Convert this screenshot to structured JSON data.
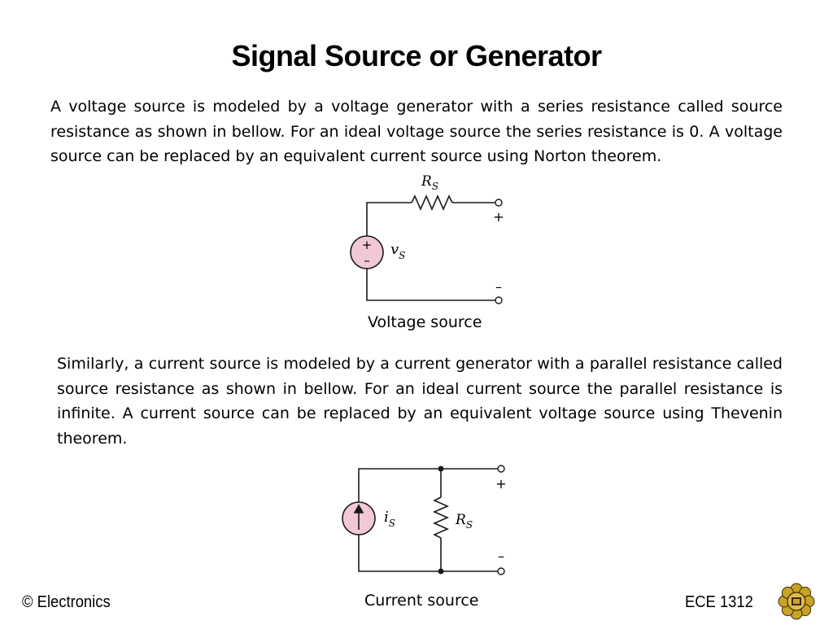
{
  "slide": {
    "title": "Signal Source or Generator",
    "paragraph1": "A voltage source is modeled by a voltage generator with a series resistance called source resistance as shown in bellow. For an ideal voltage source the series resistance is 0. A voltage source can be replaced by an equivalent current source using Norton theorem.",
    "paragraph2": "Similarly, a current source is modeled by a current generator with a parallel resistance called source resistance as shown in bellow. For an ideal current source the parallel resistance is infinite. A current source can be replaced by an equivalent voltage source using Thevenin theorem."
  },
  "voltage_circuit": {
    "resistor_label_main": "R",
    "resistor_label_sub": "S",
    "source_label_main": "v",
    "source_label_sub": "S",
    "plus": "+",
    "minus": "–",
    "source_plus": "+",
    "source_minus": "–",
    "caption": "Voltage source"
  },
  "current_circuit": {
    "source_label_main": "i",
    "source_label_sub": "S",
    "resistor_label_main": "R",
    "resistor_label_sub": "S",
    "plus": "+",
    "minus": "–",
    "caption": "Current source"
  },
  "footer": {
    "left_text": "© Electronics",
    "right_text": "ECE 1312"
  },
  "colors": {
    "source_fill": "#f2c8d6",
    "wire": "#1a1a1a",
    "logo_fill": "#c9a227",
    "logo_dark": "#3a2a05"
  },
  "icons": {
    "logo": "university-crest-icon"
  }
}
